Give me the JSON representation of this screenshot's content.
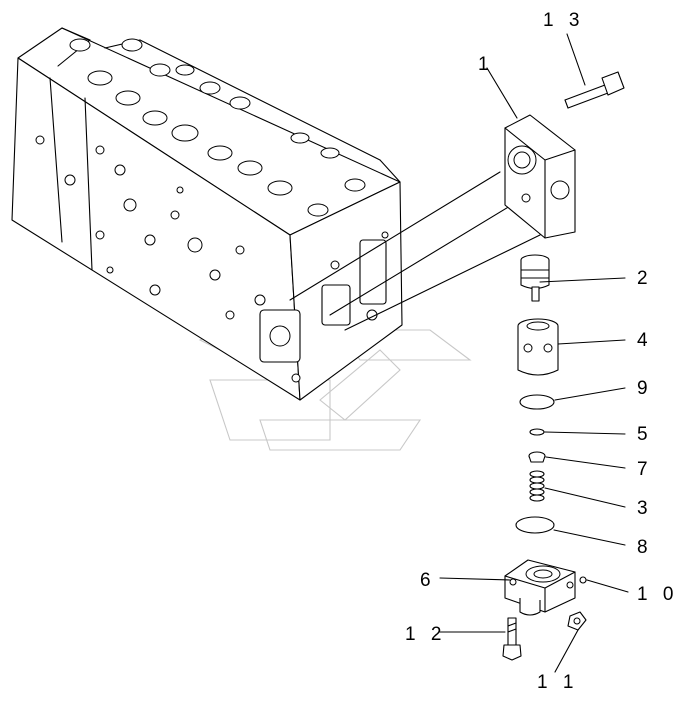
{
  "labels": {
    "p1": "1",
    "p2": "2",
    "p3": "3",
    "p4": "4",
    "p5": "5",
    "p6": "6",
    "p7": "7",
    "p8": "8",
    "p9": "9",
    "p10": "1 0",
    "p11": "1 1",
    "p12": "1 2",
    "p13": "1 3"
  }
}
